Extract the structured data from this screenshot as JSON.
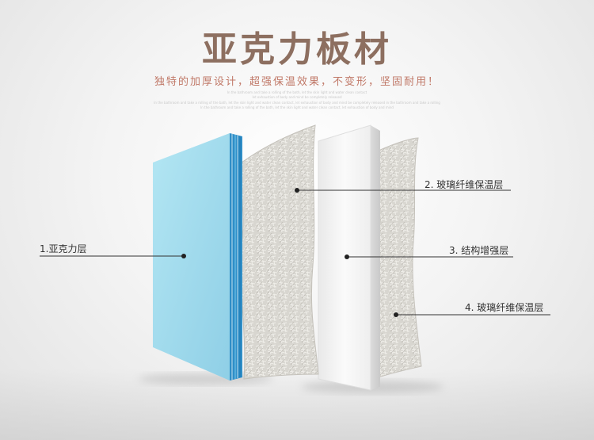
{
  "title": "亚克力板材",
  "subtitle": "独特的加厚设计，超强保温效果，不变形，坚固耐用！",
  "tagline_lines": [
    "In the bathroom and take a rolling of the bath, let the skin light and water clean contact",
    "let exhaustion of body and mind be completely released",
    "In the bathroom and take a rolling of the bath, let the skin light and water clean contact, let exhaustion of body and mind be completely released in the bathroom and take a rolling",
    "In the bathroom and take a rolling of the bath, let the skin light and water clean contact, let exhaustion of body and mind"
  ],
  "layers": [
    {
      "label": "1.亚克力层"
    },
    {
      "label": "2. 玻璃纤维保温层"
    },
    {
      "label": "3. 结构增强层"
    },
    {
      "label": "4. 玻璃纤维保温层"
    }
  ],
  "colors": {
    "title": "#8d6f60",
    "subtitle": "#c07867",
    "acrylic": "#9fd8ea",
    "acrylic_edge": "#3b9bd0",
    "fiber": "#d9d7d2",
    "board": "#f1f1f1"
  }
}
